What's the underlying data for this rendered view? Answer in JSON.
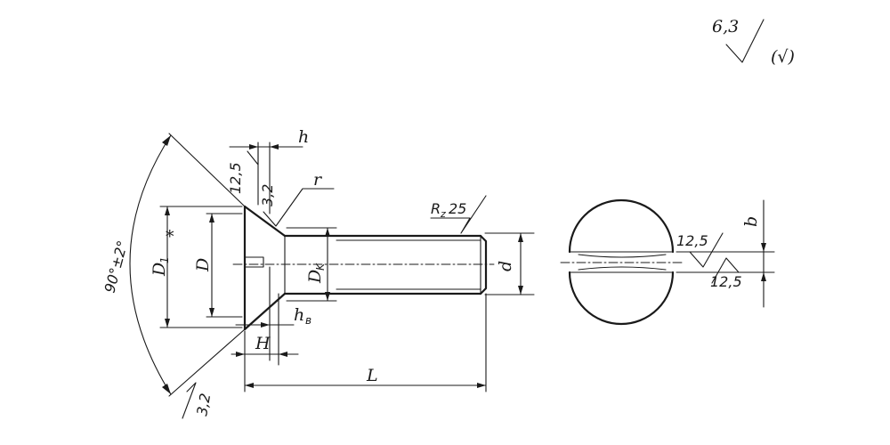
{
  "general_roughness": {
    "value": "6,3",
    "note": "(√)"
  },
  "dimensions": {
    "h": "h",
    "r": "r",
    "D1": "D",
    "D1_sub": "1",
    "D1_star": "*",
    "D": "D",
    "Dk": "D",
    "Dk_sub": "K",
    "d": "d",
    "hb": "h",
    "hb_sub": "в",
    "H": "H",
    "L": "L",
    "b": "b",
    "angle": "90°±2°"
  },
  "roughness": {
    "head_top": "12,5",
    "cone": "3,2",
    "thread": "R",
    "thread_sub": "z",
    "thread_value": "25",
    "cone_bottom": "3,2",
    "slot_upper": "12,5",
    "slot_lower": "12,5"
  }
}
